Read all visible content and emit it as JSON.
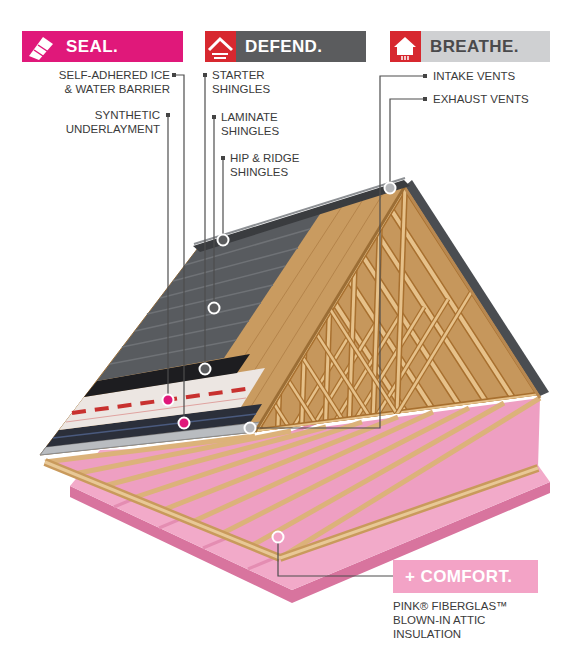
{
  "diagram": {
    "nodes": [
      {
        "text": [
          "SEAL."
        ]
      },
      {
        "text": [
          "DEFEND."
        ]
      },
      {
        "text": [
          "BREATHE."
        ]
      },
      {
        "text": [
          "+ COMFORT."
        ]
      }
    ],
    "labels": [
      "SELF-ADHERED ICE & WATER BARRIER",
      "SYNTHETIC UNDERLAYMENT",
      "STARTER SHINGLES",
      "LAMINATE SHINGLES",
      "HIP & RIDGE SHINGLES",
      "INTAKE VENTS",
      "EXHAUST VENTS",
      "PINK® FIBERGLAS™ BLOWN-IN ATTIC INSULATION"
    ]
  }
}
